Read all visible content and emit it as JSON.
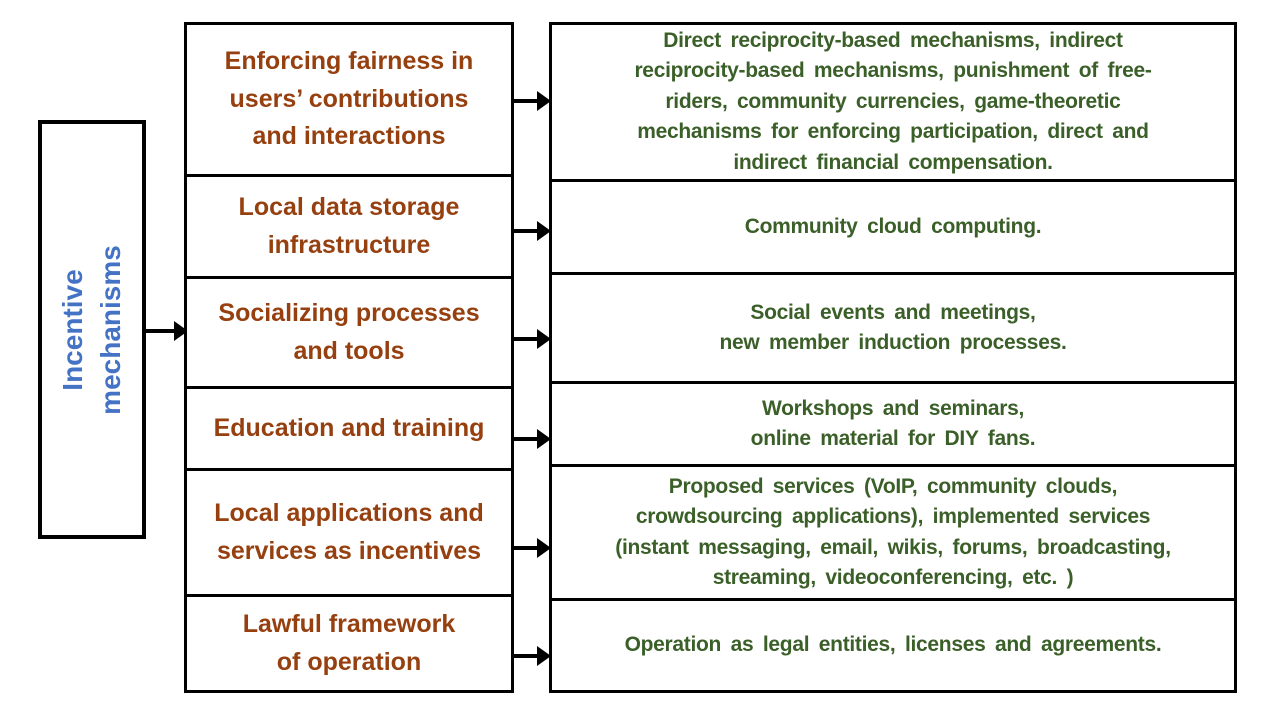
{
  "colors": {
    "root-text": "#4472C4",
    "category-text": "#963F0F",
    "detail-text": "#3B5F28",
    "line": "#000000",
    "background": "#FFFFFF"
  },
  "root": {
    "label": "Incentive\nmechanisms"
  },
  "items": [
    {
      "label": "Enforcing fairness in\nusers’ contributions\nand interactions",
      "detail": "Direct reciprocity-based mechanisms, indirect\nreciprocity-based mechanisms, punishment of free-\nriders, community currencies, game-theoretic\nmechanisms for enforcing participation, direct and\nindirect financial compensation."
    },
    {
      "label": "Local data storage\ninfrastructure",
      "detail": "Community cloud computing."
    },
    {
      "label": "Socializing processes\nand tools",
      "detail": "Social events and meetings,\nnew member induction processes."
    },
    {
      "label": "Education and training",
      "detail": "Workshops and seminars,\nonline material for DIY fans."
    },
    {
      "label": "Local applications and\nservices as incentives",
      "detail": "Proposed services (VoIP, community clouds,\ncrowdsourcing applications), implemented services\n(instant messaging, email, wikis, forums, broadcasting,\nstreaming, videoconferencing, etc. )"
    },
    {
      "label": "Lawful framework\nof operation",
      "detail": "Operation as legal entities, licenses and agreements."
    }
  ]
}
